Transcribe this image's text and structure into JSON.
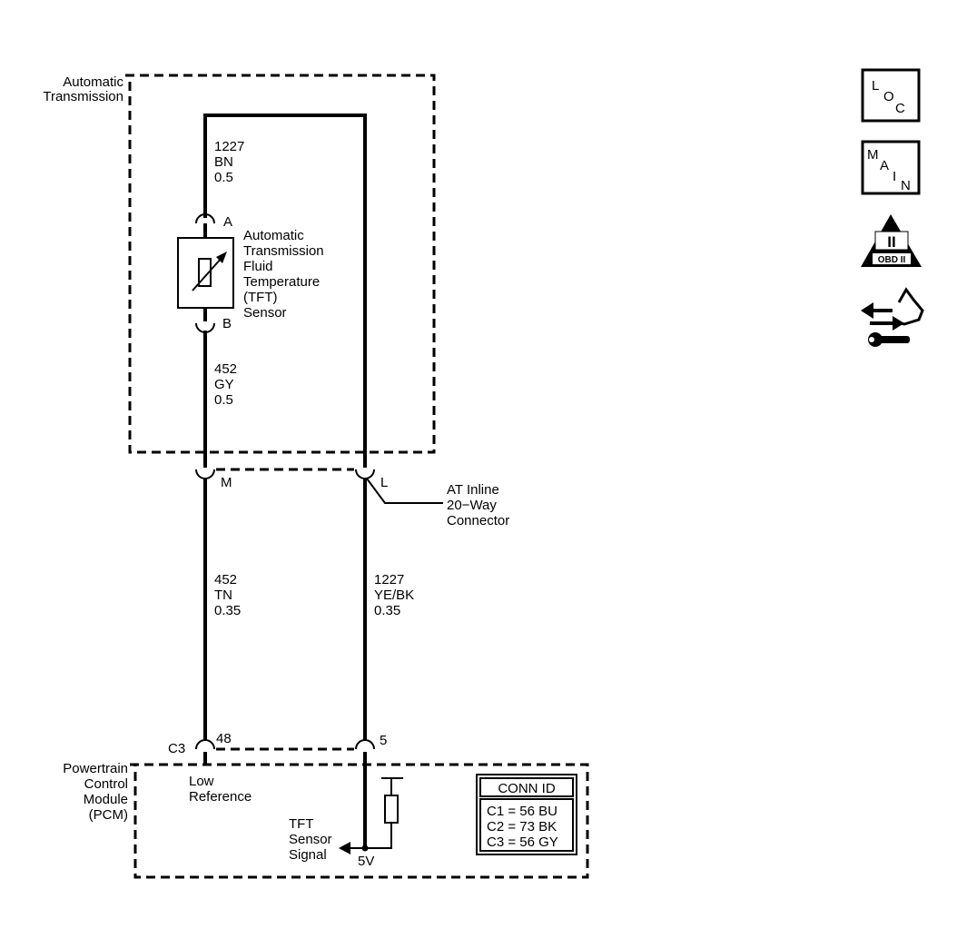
{
  "at_box": {
    "label_line1": "Automatic",
    "label_line2": "Transmission"
  },
  "pcm_box": {
    "line1": "Powertrain",
    "line2": "Control",
    "line3": "Module",
    "line4": "(PCM)"
  },
  "wire_top": {
    "circuit": "1227",
    "color": "BN",
    "size": "0.5"
  },
  "wire_sensor_bottom": {
    "circuit": "452",
    "color": "GY",
    "size": "0.5"
  },
  "wire_left_lower": {
    "circuit": "452",
    "color": "TN",
    "size": "0.35"
  },
  "wire_right_lower": {
    "circuit": "1227",
    "color": "YE/BK",
    "size": "0.35"
  },
  "sensor": {
    "pin_a": "A",
    "pin_b": "B",
    "line1": "Automatic",
    "line2": "Transmission",
    "line3": "Fluid",
    "line4": "Temperature",
    "line5": "(TFT)",
    "line6": "Sensor"
  },
  "inline_connector": {
    "pin_m": "M",
    "pin_l": "L",
    "line1": "AT Inline",
    "line2": "20−Way",
    "line3": "Connector"
  },
  "pcm_connector": {
    "name": "C3",
    "pin_left": "48",
    "pin_right": "5"
  },
  "pcm_internal": {
    "low_ref_1": "Low",
    "low_ref_2": "Reference",
    "signal_1": "TFT",
    "signal_2": "Sensor",
    "signal_3": "Signal",
    "voltage": "5V"
  },
  "conn_id": {
    "header": "CONN ID",
    "c1": "C1 = 56 BU",
    "c2": "C2 = 73 BK",
    "c3": "C3 = 56 GY"
  },
  "icons": {
    "loc": {
      "l": "L",
      "o": "O",
      "c": "C"
    },
    "main": {
      "m": "M",
      "a": "A",
      "i": "I",
      "n": "N"
    },
    "obd": {
      "numeral": "II",
      "label": "OBD II"
    }
  }
}
